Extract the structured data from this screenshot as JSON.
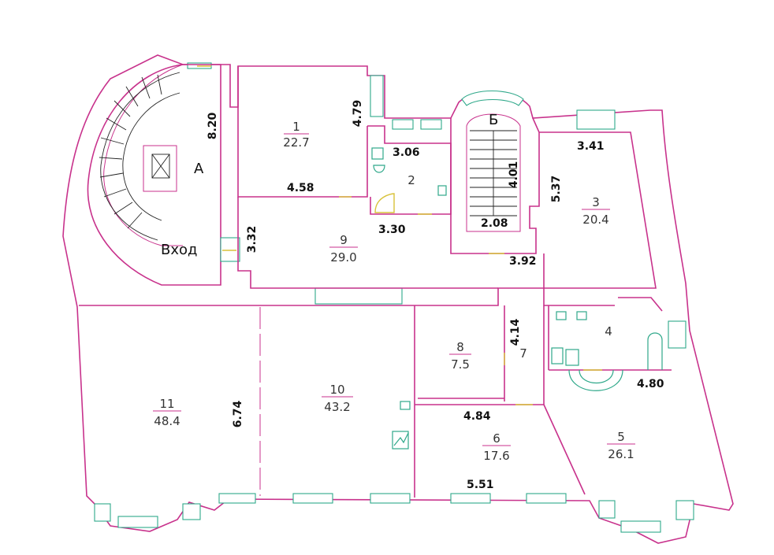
{
  "rooms": [
    {
      "id": "1",
      "area": "22.7"
    },
    {
      "id": "2",
      "area": ""
    },
    {
      "id": "3",
      "area": "20.4"
    },
    {
      "id": "4",
      "area": ""
    },
    {
      "id": "5",
      "area": "26.1"
    },
    {
      "id": "6",
      "area": "17.6"
    },
    {
      "id": "7",
      "area": ""
    },
    {
      "id": "8",
      "area": "7.5"
    },
    {
      "id": "9",
      "area": "29.0"
    },
    {
      "id": "10",
      "area": "43.2"
    },
    {
      "id": "11",
      "area": "48.4"
    }
  ],
  "labels": {
    "stair_a": "А",
    "stair_b": "Б",
    "entrance": "Вход"
  },
  "dimensions": {
    "d820": "8.20",
    "d479": "4.79",
    "d306": "3.06",
    "d341": "3.41",
    "d458": "4.58",
    "d401": "4.01",
    "d537": "5.37",
    "d332": "3.32",
    "d330": "3.30",
    "d208": "2.08",
    "d392": "3.92",
    "d414": "4.14",
    "d480": "4.80",
    "d674": "6.74",
    "d484": "4.84",
    "d551": "5.51"
  },
  "colors": {
    "walls": "#c8328c",
    "windows": "#2fa88a",
    "doors": "#d8c23a",
    "text": "#111111"
  }
}
